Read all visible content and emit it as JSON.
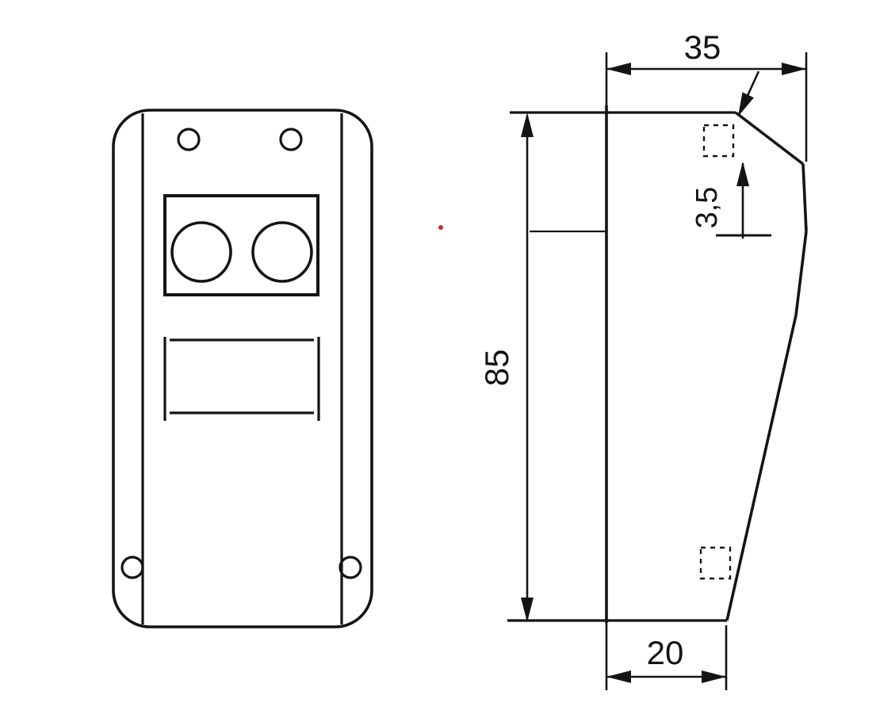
{
  "colors": {
    "line": "#141414",
    "background": "#ffffff",
    "artifact_dot": "#b5342c"
  },
  "dimensions": {
    "top_width": {
      "label": "35"
    },
    "step": {
      "label": "3,5"
    },
    "height": {
      "label": "85"
    },
    "bottom_width": {
      "label": "20"
    }
  }
}
